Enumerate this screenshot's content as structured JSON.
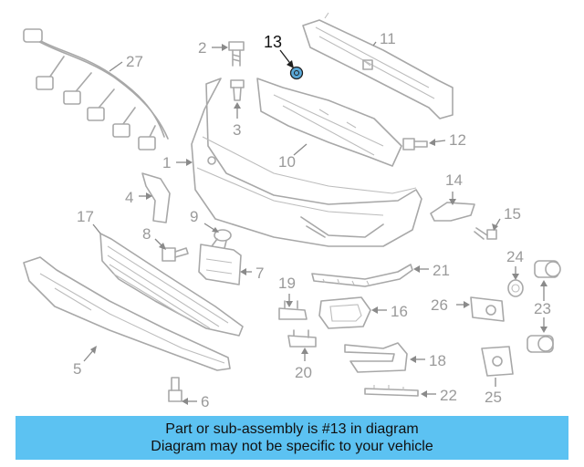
{
  "callouts": {
    "n1": "1",
    "n2": "2",
    "n3": "3",
    "n4": "4",
    "n5": "5",
    "n6": "6",
    "n7": "7",
    "n8": "8",
    "n9": "9",
    "n10": "10",
    "n11": "11",
    "n12": "12",
    "n13": "13",
    "n14": "14",
    "n15": "15",
    "n16": "16",
    "n17": "17",
    "n18": "18",
    "n19": "19",
    "n20": "20",
    "n21": "21",
    "n22": "22",
    "n23": "23",
    "n24": "24",
    "n25": "25",
    "n26": "26",
    "n27": "27"
  },
  "highlight": {
    "part_number": "13",
    "color": "#5aa8d8"
  },
  "banner": {
    "line1": "Part or sub-assembly is #13 in diagram",
    "line2": "Diagram may not be specific to your vehicle",
    "background": "#5cc2f2"
  }
}
